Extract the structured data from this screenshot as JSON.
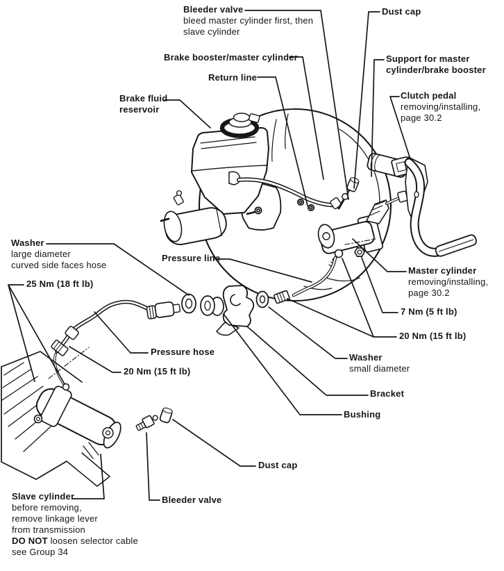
{
  "figure": {
    "colors": {
      "ink": "#161616",
      "paper": "#ffffff"
    },
    "labels": {
      "bleeder_valve_top": {
        "title": "Bleeder valve",
        "line2": "bleed master cylinder first, then",
        "line3": "slave cylinder"
      },
      "dust_cap_top": {
        "title": "Dust cap"
      },
      "brake_booster": {
        "title": "Brake booster/master cylinder"
      },
      "return_line": {
        "title": "Return line"
      },
      "support": {
        "title": "Support for master",
        "line2": "cylinder/brake booster"
      },
      "clutch_pedal": {
        "title": "Clutch pedal",
        "line2": "removing/installing,",
        "line3": "page 30.2"
      },
      "reservoir": {
        "title": "Brake fluid",
        "line2": "reservoir"
      },
      "washer_large": {
        "title": "Washer",
        "line2": "large diameter",
        "line3": "curved side faces hose"
      },
      "torque_25": {
        "title": "25 Nm (18 ft lb)"
      },
      "pressure_line": {
        "title": "Pressure line"
      },
      "master_cylinder": {
        "title": "Master cylinder",
        "line2": "removing/installing,",
        "line3": "page 30.2"
      },
      "torque_7": {
        "title": "7 Nm (5 ft lb)"
      },
      "torque_20_right": {
        "title": "20 Nm (15 ft lb)"
      },
      "pressure_hose": {
        "title": "Pressure hose"
      },
      "torque_20_left": {
        "title": "20 Nm (15 ft lb)"
      },
      "washer_small": {
        "title": "Washer",
        "line2": "small diameter"
      },
      "bracket": {
        "title": "Bracket"
      },
      "bushing": {
        "title": "Bushing"
      },
      "dust_cap_bottom": {
        "title": "Dust cap"
      },
      "bleeder_valve_bottom": {
        "title": "Bleeder valve"
      },
      "slave_cylinder": {
        "title": "Slave cylinder",
        "line2": "before removing,",
        "line3": "remove linkage lever",
        "line4": "from transmission",
        "do_not": "DO NOT",
        "do_not_rest": " loosen selector cable",
        "line6": "see Group 34"
      }
    }
  }
}
